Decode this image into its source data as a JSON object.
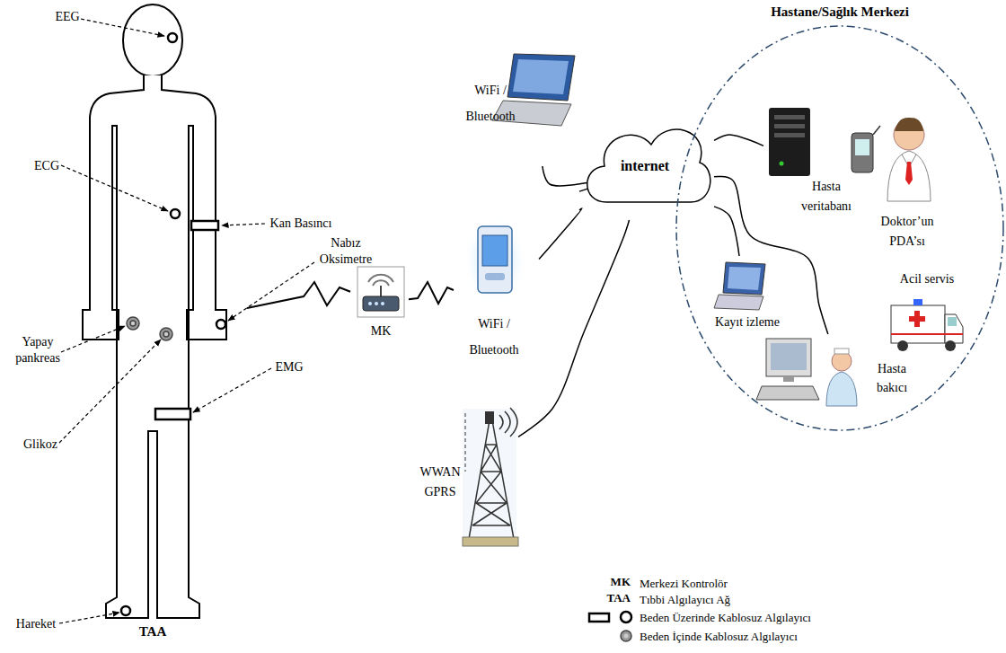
{
  "diagram": {
    "nodes": [
      {
        "text": [
          "TAA"
        ]
      },
      {
        "text": [
          "MK"
        ]
      },
      {
        "text": [
          "WiFi / Bluetooth"
        ]
      },
      {
        "text": [
          "WiFi / Bluetooth"
        ]
      },
      {
        "text": [
          "internet"
        ]
      },
      {
        "text": [
          "WWAN GPRS"
        ]
      },
      {
        "text": [
          "Hastane/Sağlık Merkezi"
        ]
      },
      {
        "text": [
          "Hasta veritabanı"
        ],
        "in": 6
      },
      {
        "text": [
          "Doktor’un PDA’sı"
        ],
        "in": 6
      },
      {
        "text": [
          "Kayıt izleme"
        ],
        "in": 6
      },
      {
        "text": [
          "Acil servis"
        ],
        "in": 6
      },
      {
        "text": [
          "Hasta bakıcı"
        ],
        "in": 6
      }
    ],
    "edges": [
      {
        "from": 0,
        "to": 1,
        "arrow": "none"
      },
      {
        "from": 1,
        "to": 3,
        "arrow": "none"
      },
      {
        "from": 2,
        "to": 4,
        "arrow": "none"
      },
      {
        "from": 3,
        "to": 4,
        "arrow": "none"
      },
      {
        "from": 5,
        "to": 4,
        "arrow": "none"
      },
      {
        "from": 4,
        "to": 7,
        "arrow": "none"
      },
      {
        "from": 4,
        "to": 9,
        "arrow": "none"
      },
      {
        "from": 4,
        "to": 11,
        "arrow": "none"
      }
    ],
    "labels": [
      "EEG",
      "ECG",
      "Kan Basıncı",
      "Nabız Oksimetre",
      "Yapay pankreas",
      "Glikoz",
      "EMG",
      "Hareket",
      "MK",
      "TAA"
    ],
    "legend": [
      {
        "text": "Merkezi Kontrolör"
      },
      {
        "text": "Tıbbi Algılayıcı Ağ"
      },
      {
        "text": "Beden Üzerinde Kablosuz Algılayıcı"
      },
      {
        "text": "Beden İçinde Kablosuz Algılayıcı"
      }
    ]
  }
}
